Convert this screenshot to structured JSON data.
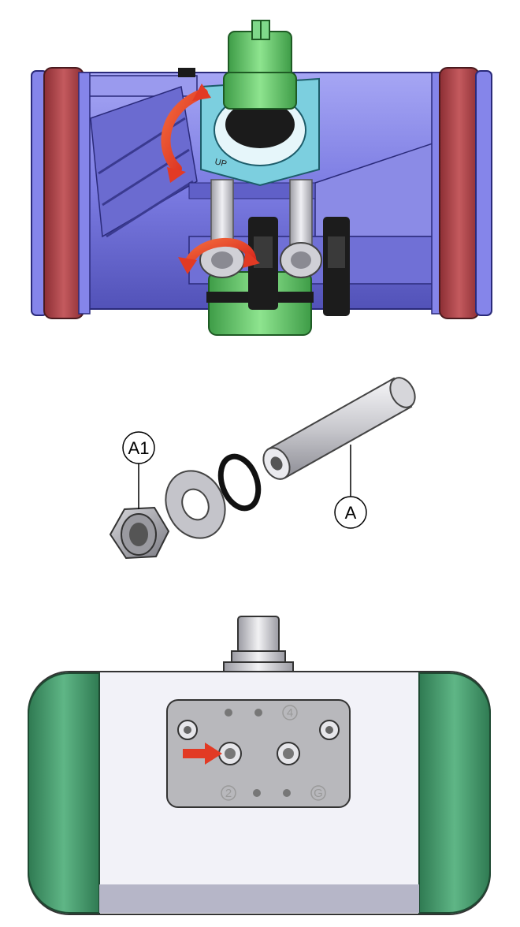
{
  "figure": {
    "step1": {
      "bracket_label": "UP",
      "arrow_color": "#e23a24"
    },
    "step2": {
      "callouts": [
        {
          "id": "A1",
          "label": "A1"
        },
        {
          "id": "A",
          "label": "A"
        }
      ]
    },
    "step3": {
      "port_numbers": [
        {
          "id": "port-4",
          "label": "4"
        },
        {
          "id": "port-2",
          "label": "2"
        },
        {
          "id": "port-g",
          "label": "G"
        }
      ],
      "arrow_color": "#e23a24"
    },
    "colors": {
      "body_blue": "#7777e0",
      "end_cap_red": "#b14a4e",
      "stem_green": "#5fc46a",
      "bracket_cyan": "#6fc6d6",
      "housing_green": "#3f9a6a",
      "housing_white": "#f2f2f8"
    }
  }
}
